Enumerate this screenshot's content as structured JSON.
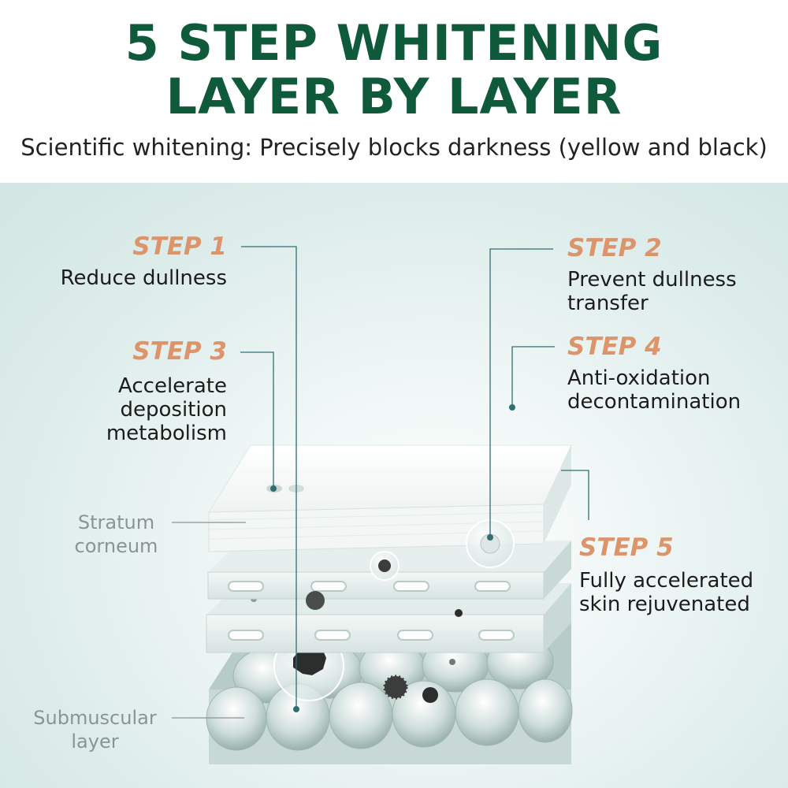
{
  "header": {
    "title_line1": "5 STEP WHITENING",
    "title_line2": "LAYER BY LAYER",
    "subtitle": "Scientific whitening: Precisely blocks darkness (yellow and black)"
  },
  "steps": [
    {
      "label": "STEP 1",
      "desc": "Reduce dullness"
    },
    {
      "label": "STEP 2",
      "desc_line1": "Prevent dullness",
      "desc_line2": "transfer"
    },
    {
      "label": "STEP 3",
      "desc_line1": "Accelerate",
      "desc_line2": "deposition",
      "desc_line3": "metabolism"
    },
    {
      "label": "STEP 4",
      "desc_line1": "Anti-oxidation",
      "desc_line2": "decontamination"
    },
    {
      "label": "STEP 5",
      "desc_line1": "Fully accelerated",
      "desc_line2": "skin rejuvenated"
    }
  ],
  "layers": {
    "top": {
      "line1": "Stratum",
      "line2": "corneum"
    },
    "bottom": {
      "line1": "Submuscular",
      "line2": "layer"
    }
  },
  "colors": {
    "title": "#0f5a3b",
    "step": "#dc946b",
    "leader": "#2f6f72"
  }
}
